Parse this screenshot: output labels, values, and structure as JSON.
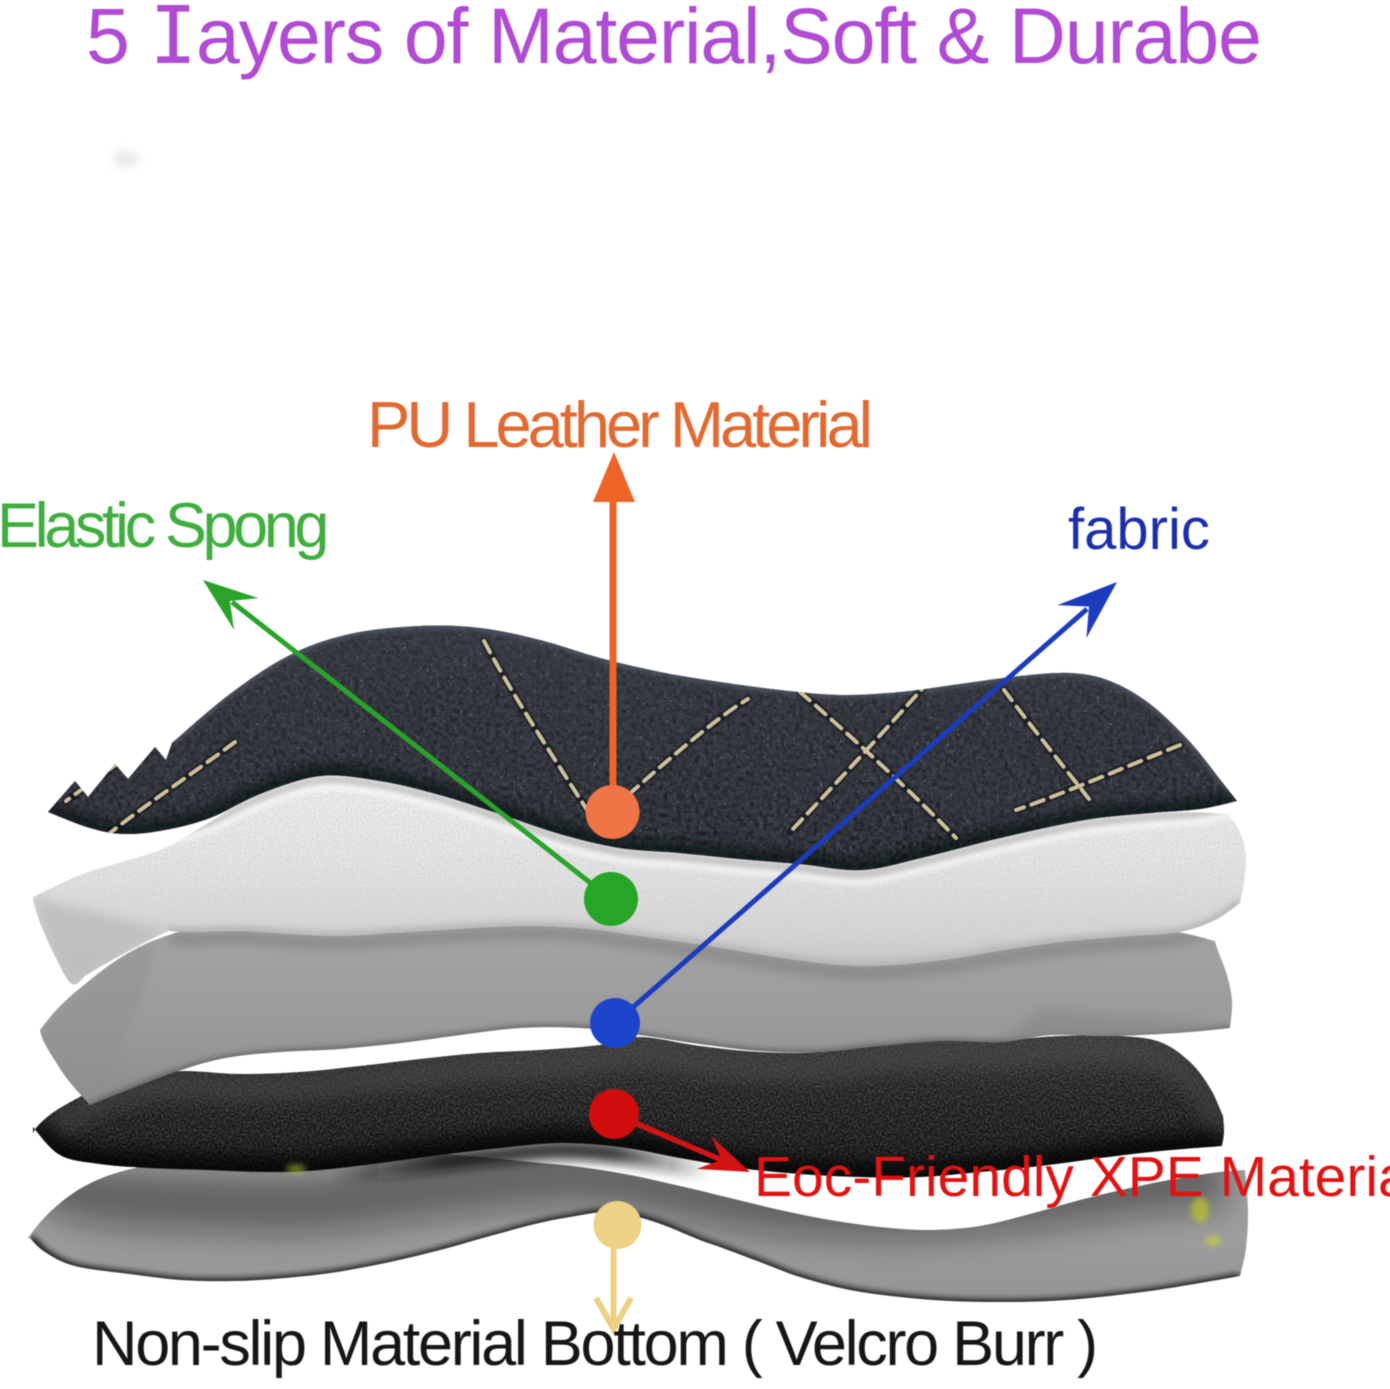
{
  "title": {
    "text": "5 Iayers of Material,Soft & Durabe",
    "color": "#b14ad4"
  },
  "labels": {
    "pu_leather": {
      "text": "PU Leather Material",
      "color": "#e2692f"
    },
    "elastic_sponge": {
      "text": "Elastic Spong",
      "color": "#3fae3f"
    },
    "fabric": {
      "text": "fabric",
      "color": "#1b2fae"
    },
    "xpe": {
      "text": "Eoc-Friendly XPE Material",
      "color": "#e11212"
    },
    "non_slip_bottom": {
      "text": "Non-slip Material Bottom ( Velcro Burr )",
      "color": "#161616"
    }
  },
  "layers": [
    {
      "name": "PU leather top layer",
      "marker_color": "#ef7547"
    },
    {
      "name": "elastic sponge layer",
      "marker_color": "#27a527"
    },
    {
      "name": "fabric layer",
      "marker_color": "#1d45cc"
    },
    {
      "name": "XPE foam layer",
      "marker_color": "#cf0d0d"
    },
    {
      "name": "non-slip bottom layer",
      "marker_color": "#edd185"
    }
  ]
}
